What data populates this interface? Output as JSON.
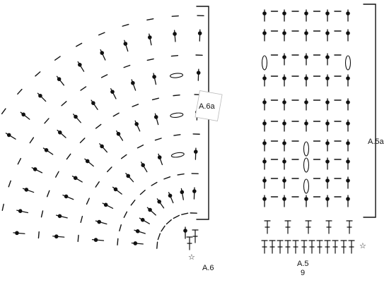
{
  "diagrams": [
    {
      "id": "A.6",
      "label": "A.6",
      "bracket_label": "A.6a",
      "start_marker": "☆"
    },
    {
      "id": "A.5",
      "label": "A.5",
      "sublabel": "9",
      "bracket_label": "A.5a",
      "start_marker": "☆"
    }
  ],
  "colors": {
    "ink": "#111111",
    "background": "#ffffff"
  }
}
